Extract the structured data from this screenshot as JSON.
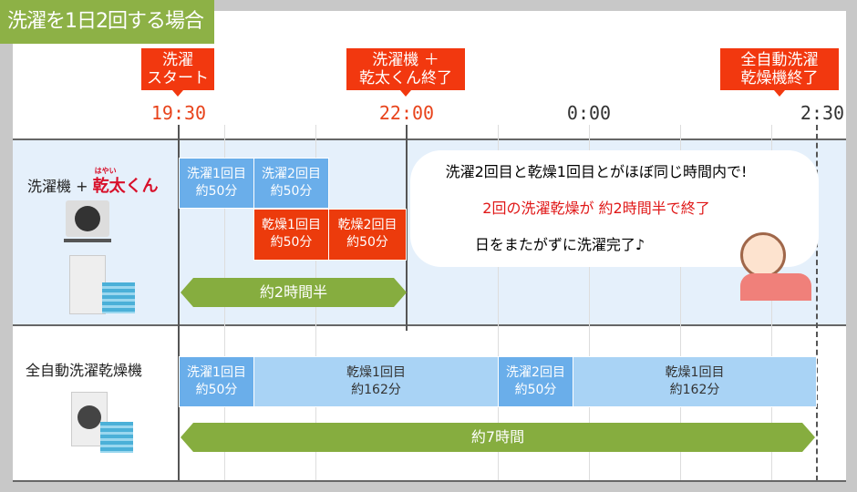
{
  "title": "洗濯を1日2回する場合",
  "markers": [
    {
      "label1": "洗濯",
      "label2": "スタート",
      "time": "19:30"
    },
    {
      "label1": "洗濯機 ＋",
      "label2": "乾太くん終了",
      "time": "22:00"
    },
    {
      "label1": "全自動洗濯",
      "label2": "乾燥機終了",
      "time": "2:30"
    }
  ],
  "midnight": "0:00",
  "row1": {
    "label": "洗濯機 +",
    "brand": "乾太くん",
    "brand_ruby": "はやい",
    "boxes": [
      {
        "t": "洗濯1回目",
        "d": "約50分"
      },
      {
        "t": "洗濯2回目",
        "d": "約50分"
      },
      {
        "t": "乾燥1回目",
        "d": "約50分"
      },
      {
        "t": "乾燥2回目",
        "d": "約50分"
      }
    ],
    "total": "約2時間半"
  },
  "bubble": {
    "line1": "洗濯2回目と乾燥1回目とがほぼ同じ時間内で!",
    "line2": "2回の洗濯乾燥が  約2時間半で終了",
    "line3": "日をまたがずに洗濯完了♪"
  },
  "row2": {
    "label": "全自動洗濯乾燥機",
    "boxes": [
      {
        "t": "洗濯1回目",
        "d": "約50分"
      },
      {
        "t": "乾燥1回目",
        "d": "約162分"
      },
      {
        "t": "洗濯2回目",
        "d": "約50分"
      },
      {
        "t": "乾燥1回目",
        "d": "約162分"
      }
    ],
    "total": "約7時間"
  },
  "colors": {
    "accent": "#f2380f",
    "green": "#8db146",
    "wash": "#6aaeea",
    "dry": "#ec3b0c"
  }
}
